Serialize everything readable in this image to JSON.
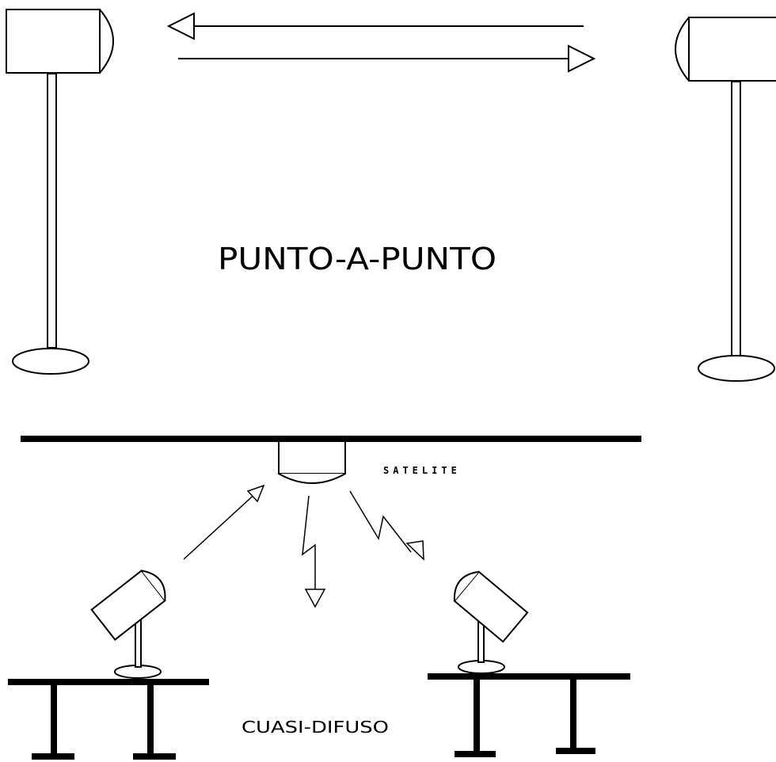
{
  "labels": {
    "point_to_point": "PUNTO-A-PUNTO",
    "satellite": "SATELITE",
    "quasi_diffuse": "CUASI-DIFUSO"
  }
}
